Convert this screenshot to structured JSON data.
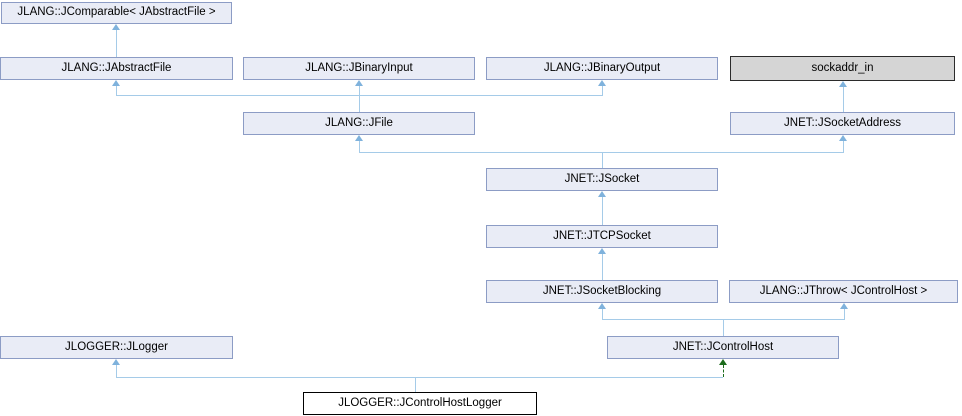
{
  "diagram": {
    "type": "doxygen-inheritance-graph",
    "focus_class": "JLOGGER::JControlHostLogger",
    "nodes": {
      "comparable": {
        "label": "JLANG::JComparable< JAbstractFile >",
        "kind": "class"
      },
      "abstractfile": {
        "label": "JLANG::JAbstractFile",
        "kind": "class"
      },
      "binaryinput": {
        "label": "JLANG::JBinaryInput",
        "kind": "class"
      },
      "binaryoutput": {
        "label": "JLANG::JBinaryOutput",
        "kind": "class"
      },
      "sockaddr": {
        "label": "sockaddr_in",
        "kind": "struct-undocumented"
      },
      "file": {
        "label": "JLANG::JFile",
        "kind": "class"
      },
      "socketaddress": {
        "label": "JNET::JSocketAddress",
        "kind": "class"
      },
      "socket": {
        "label": "JNET::JSocket",
        "kind": "class"
      },
      "tcpsocket": {
        "label": "JNET::JTCPSocket",
        "kind": "class"
      },
      "socketblocking": {
        "label": "JNET::JSocketBlocking",
        "kind": "class"
      },
      "throw": {
        "label": "JLANG::JThrow< JControlHost >",
        "kind": "class"
      },
      "logger": {
        "label": "JLOGGER::JLogger",
        "kind": "class"
      },
      "controlhost": {
        "label": "JNET::JControlHost",
        "kind": "class"
      },
      "controlhostlogger": {
        "label": "JLOGGER::JControlHostLogger",
        "kind": "focus"
      }
    },
    "edges": [
      {
        "from": "abstractfile",
        "to": "comparable",
        "type": "public"
      },
      {
        "from": "file",
        "to": "abstractfile",
        "type": "public"
      },
      {
        "from": "file",
        "to": "binaryinput",
        "type": "public"
      },
      {
        "from": "file",
        "to": "binaryoutput",
        "type": "public"
      },
      {
        "from": "socketaddress",
        "to": "sockaddr",
        "type": "public"
      },
      {
        "from": "socket",
        "to": "file",
        "type": "public"
      },
      {
        "from": "socket",
        "to": "socketaddress",
        "type": "public"
      },
      {
        "from": "tcpsocket",
        "to": "socket",
        "type": "public"
      },
      {
        "from": "socketblocking",
        "to": "tcpsocket",
        "type": "public"
      },
      {
        "from": "controlhost",
        "to": "socketblocking",
        "type": "public"
      },
      {
        "from": "controlhost",
        "to": "throw",
        "type": "public"
      },
      {
        "from": "controlhostlogger",
        "to": "logger",
        "type": "public"
      },
      {
        "from": "controlhostlogger",
        "to": "controlhost",
        "type": "protected"
      }
    ],
    "colors": {
      "background": "#FFFFFF",
      "text": "#000000",
      "node_fill": "#E9ECF6",
      "node_border": "#8C9CC5",
      "struct_fill": "#D5D5D5",
      "struct_border": "#2B2B2B",
      "focus_fill": "#FFFFFF",
      "focus_border": "#000000",
      "edge": "#A5CBE8",
      "arrowhead": "#7FB2DC",
      "protected_edge": "#1B6B1B"
    }
  }
}
